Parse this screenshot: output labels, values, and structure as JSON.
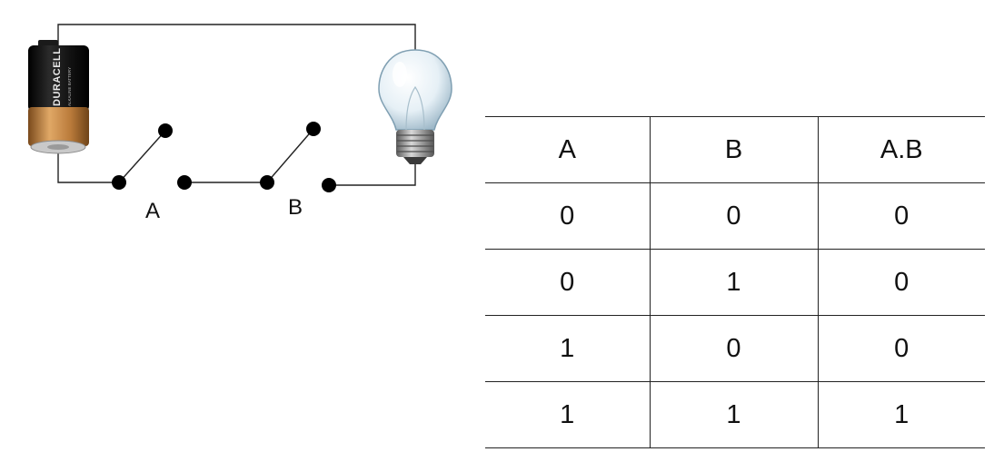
{
  "circuit": {
    "battery_brand": "DURACELL",
    "battery_subtext": "ALKALINE BATTERY",
    "switch_a_label": "A",
    "switch_b_label": "B"
  },
  "truth_table": {
    "headers": [
      "A",
      "B",
      "A.B"
    ],
    "rows": [
      [
        "0",
        "0",
        "0"
      ],
      [
        "0",
        "1",
        "0"
      ],
      [
        "1",
        "0",
        "0"
      ],
      [
        "1",
        "1",
        "1"
      ]
    ]
  }
}
